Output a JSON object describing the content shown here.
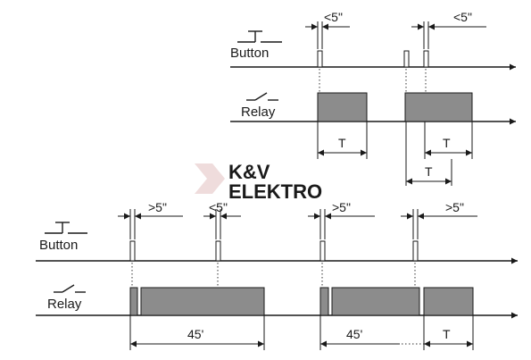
{
  "watermark": {
    "line1": "K&V",
    "line2": "ELEKTRO"
  },
  "top": {
    "button_label": "Button",
    "relay_label": "Relay",
    "dims": [
      "<5\"",
      "<5\"",
      "T",
      "T",
      "T"
    ]
  },
  "bottom": {
    "button_label": "Button",
    "relay_label": "Relay",
    "dims": [
      ">5\"",
      "<5\"",
      ">5\"",
      ">5\"",
      "45'",
      "45'",
      "T"
    ]
  },
  "colors": {
    "relay_on": "#8c8c8c",
    "line": "#1a1a1a",
    "watermark": "#e8cfcf"
  }
}
